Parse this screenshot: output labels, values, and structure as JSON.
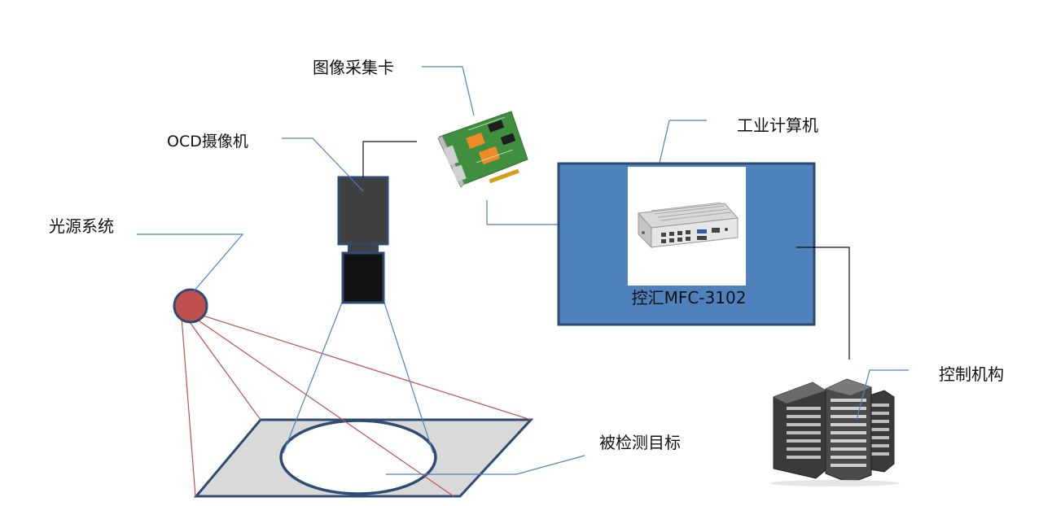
{
  "labels": {
    "image_capture_card": "图像采集卡",
    "ocd_camera": "OCD摄像机",
    "light_source": "光源系统",
    "industrial_computer": "工业计算机",
    "computer_model": "控汇MFC-3102",
    "control_mechanism": "控制机构",
    "inspected_target": "被检测目标"
  },
  "colors": {
    "computer_box_fill": "#4f81bd",
    "computer_box_border": "#2f4b73",
    "light_source_fill": "#c0504d",
    "light_ray": "#c0504d",
    "camera_ray": "#4f81bd",
    "leader_line": "#4f81bd",
    "target_plate": "#d9d9d9",
    "target_border": "#2f4b73",
    "camera_body": "#404040",
    "camera_lens": "#111111",
    "pcb_green": "#3f8f3f"
  },
  "icons": {
    "camera": "camera-icon",
    "capture_card": "capture-card-icon",
    "computer": "industrial-pc-icon",
    "servers": "server-rack-icon",
    "light": "light-source-icon"
  }
}
